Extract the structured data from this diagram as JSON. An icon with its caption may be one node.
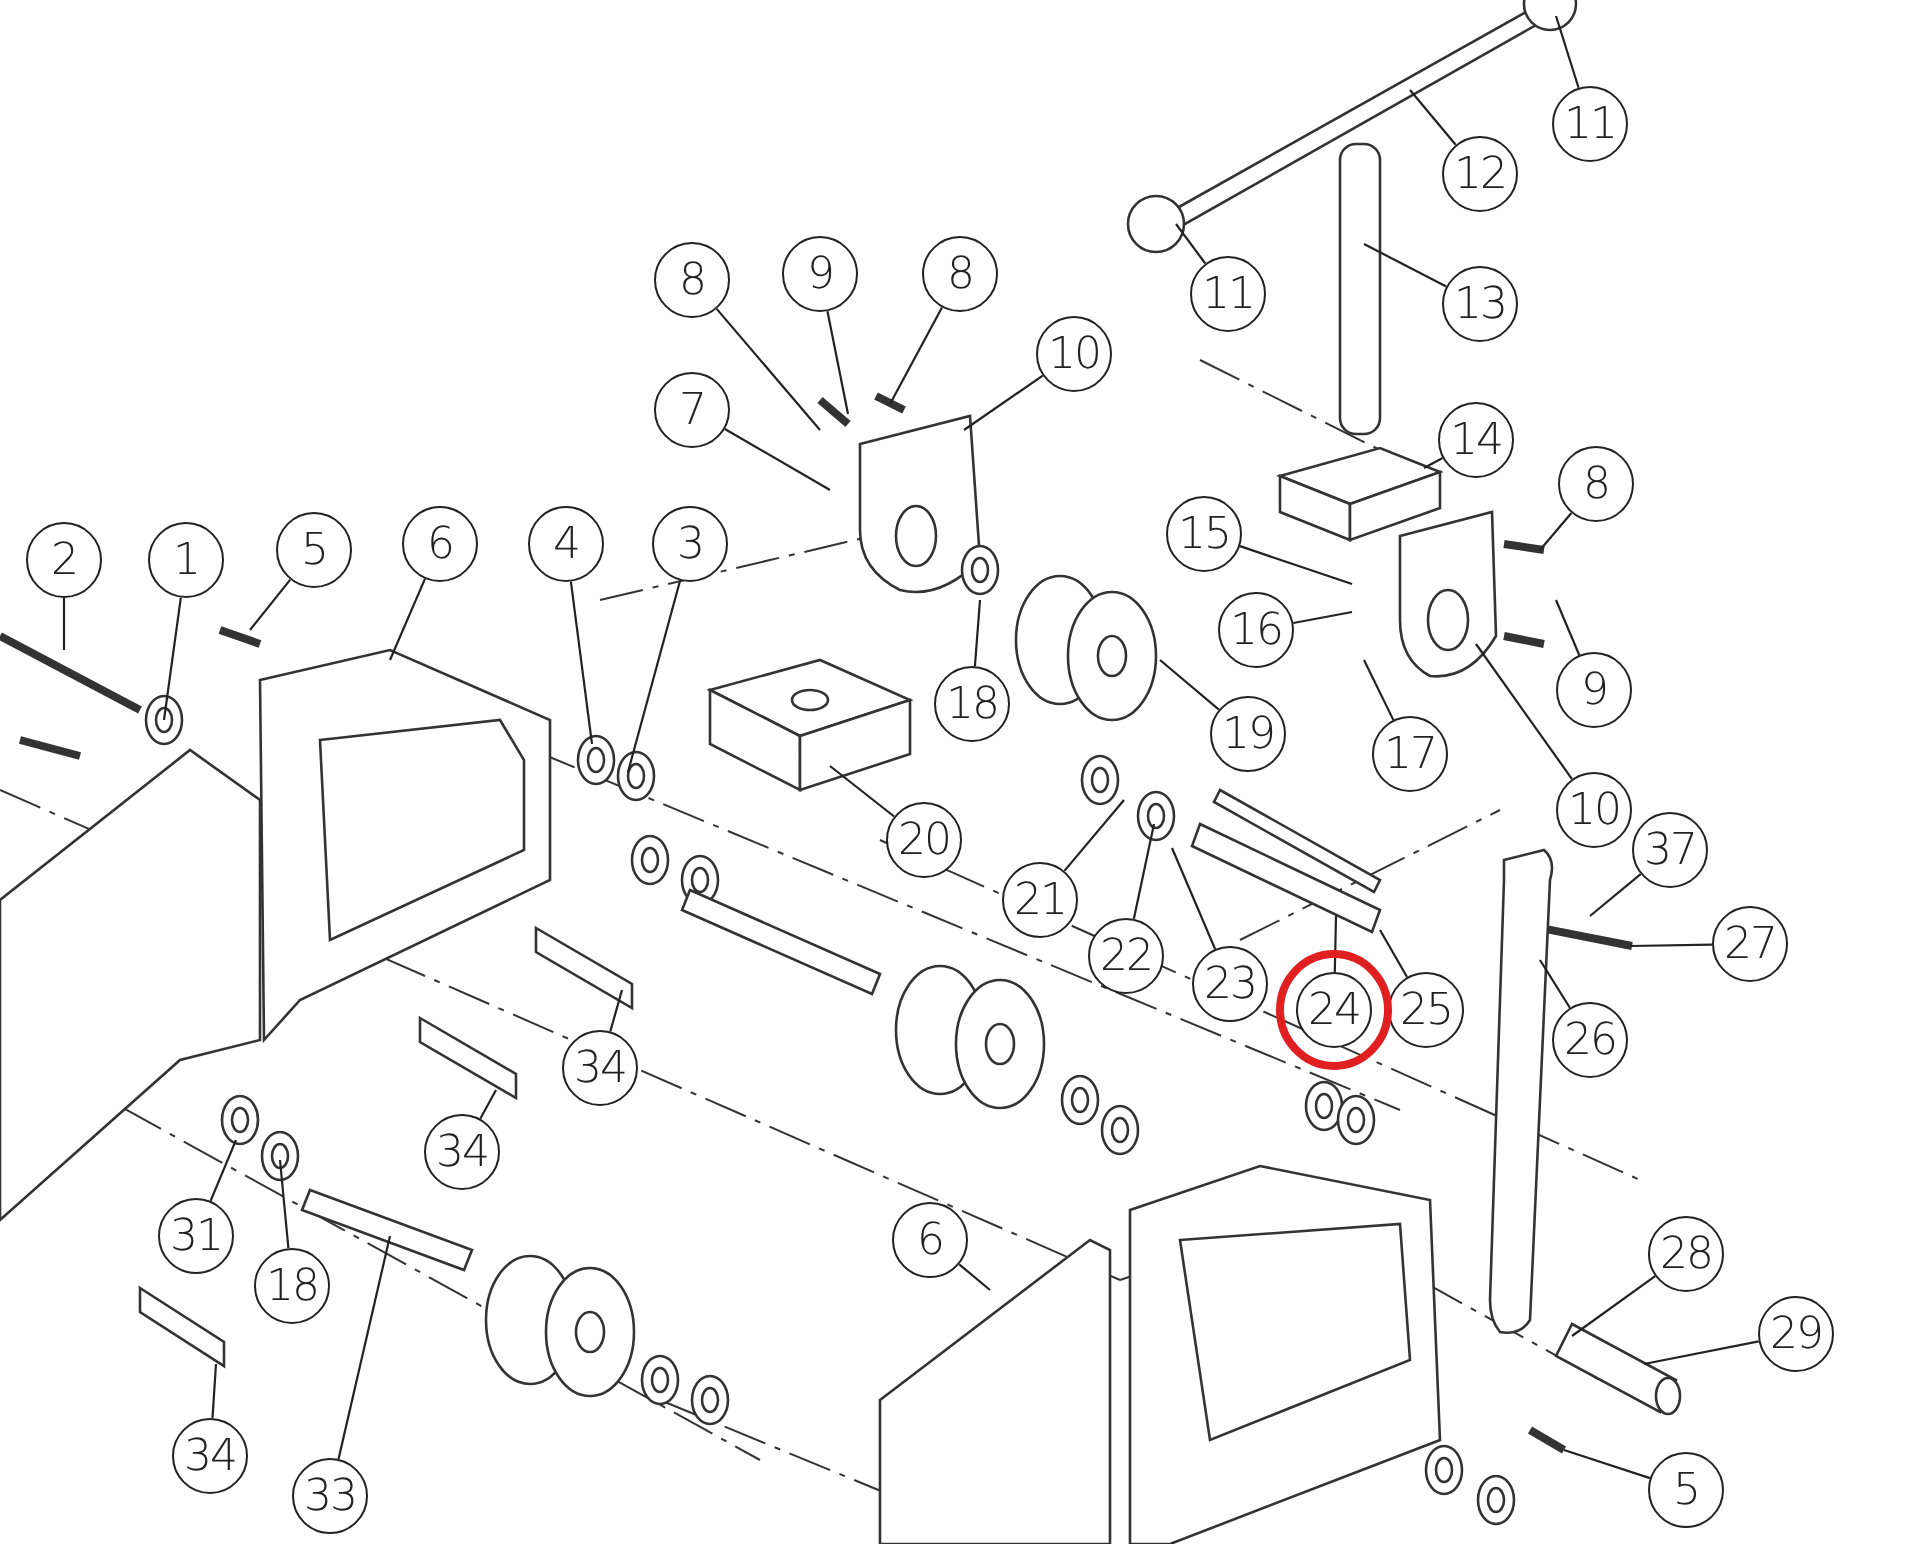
{
  "diagram": {
    "nodes": [
      {
        "text": [
          "11"
        ]
      },
      {
        "text": [
          "12"
        ]
      },
      {
        "text": [
          "11"
        ]
      },
      {
        "text": [
          "13"
        ]
      },
      {
        "text": [
          "8"
        ]
      },
      {
        "text": [
          "9"
        ]
      },
      {
        "text": [
          "8"
        ]
      },
      {
        "text": [
          "10"
        ]
      },
      {
        "text": [
          "7"
        ]
      },
      {
        "text": [
          "14"
        ]
      },
      {
        "text": [
          "8"
        ]
      },
      {
        "text": [
          "2"
        ]
      },
      {
        "text": [
          "1"
        ]
      },
      {
        "text": [
          "5"
        ]
      },
      {
        "text": [
          "6"
        ]
      },
      {
        "text": [
          "4"
        ]
      },
      {
        "text": [
          "3"
        ]
      },
      {
        "text": [
          "15"
        ]
      },
      {
        "text": [
          "16"
        ]
      },
      {
        "text": [
          "9"
        ]
      },
      {
        "text": [
          "17"
        ]
      },
      {
        "text": [
          "18"
        ]
      },
      {
        "text": [
          "19"
        ]
      },
      {
        "text": [
          "10"
        ]
      },
      {
        "text": [
          "20"
        ]
      },
      {
        "text": [
          "21"
        ]
      },
      {
        "text": [
          "22"
        ]
      },
      {
        "text": [
          "23"
        ]
      },
      {
        "text": [
          "24"
        ]
      },
      {
        "text": [
          "25"
        ]
      },
      {
        "text": [
          "37"
        ]
      },
      {
        "text": [
          "27"
        ]
      },
      {
        "text": [
          "26"
        ]
      },
      {
        "text": [
          "34"
        ]
      },
      {
        "text": [
          "34"
        ]
      },
      {
        "text": [
          "31"
        ]
      },
      {
        "text": [
          "18"
        ]
      },
      {
        "text": [
          "33"
        ]
      },
      {
        "text": [
          "6"
        ]
      },
      {
        "text": [
          "28"
        ]
      },
      {
        "text": [
          "29"
        ]
      },
      {
        "text": [
          "34"
        ]
      },
      {
        "text": [
          "5"
        ]
      }
    ],
    "edges": [
      {
        "from": 0,
        "to": null,
        "arrow": "none"
      },
      {
        "from": 1,
        "to": null,
        "arrow": "none"
      },
      {
        "from": 2,
        "to": null,
        "arrow": "none"
      },
      {
        "from": 3,
        "to": null,
        "arrow": "none"
      },
      {
        "from": 4,
        "to": null,
        "arrow": "none"
      },
      {
        "from": 5,
        "to": null,
        "arrow": "none"
      },
      {
        "from": 6,
        "to": null,
        "arrow": "none"
      },
      {
        "from": 7,
        "to": null,
        "arrow": "none"
      },
      {
        "from": 8,
        "to": null,
        "arrow": "none"
      },
      {
        "from": 9,
        "to": null,
        "arrow": "none"
      },
      {
        "from": 10,
        "to": null,
        "arrow": "none"
      },
      {
        "from": 11,
        "to": null,
        "arrow": "none"
      },
      {
        "from": 12,
        "to": null,
        "arrow": "none"
      },
      {
        "from": 13,
        "to": null,
        "arrow": "none"
      },
      {
        "from": 14,
        "to": null,
        "arrow": "none"
      },
      {
        "from": 15,
        "to": null,
        "arrow": "none"
      },
      {
        "from": 16,
        "to": null,
        "arrow": "none"
      },
      {
        "from": 17,
        "to": null,
        "arrow": "none"
      },
      {
        "from": 18,
        "to": null,
        "arrow": "none"
      },
      {
        "from": 19,
        "to": null,
        "arrow": "none"
      },
      {
        "from": 20,
        "to": null,
        "arrow": "none"
      },
      {
        "from": 21,
        "to": null,
        "arrow": "none"
      },
      {
        "from": 22,
        "to": null,
        "arrow": "none"
      },
      {
        "from": 23,
        "to": null,
        "arrow": "none"
      },
      {
        "from": 24,
        "to": null,
        "arrow": "none"
      },
      {
        "from": 25,
        "to": null,
        "arrow": "none"
      },
      {
        "from": 26,
        "to": null,
        "arrow": "none"
      },
      {
        "from": 27,
        "to": null,
        "arrow": "none"
      },
      {
        "from": 28,
        "to": null,
        "arrow": "none"
      },
      {
        "from": 29,
        "to": null,
        "arrow": "none"
      },
      {
        "from": 30,
        "to": null,
        "arrow": "none"
      },
      {
        "from": 31,
        "to": null,
        "arrow": "none"
      },
      {
        "from": 32,
        "to": null,
        "arrow": "none"
      },
      {
        "from": 33,
        "to": null,
        "arrow": "none"
      },
      {
        "from": 34,
        "to": null,
        "arrow": "none"
      },
      {
        "from": 35,
        "to": null,
        "arrow": "none"
      },
      {
        "from": 36,
        "to": null,
        "arrow": "none"
      },
      {
        "from": 37,
        "to": null,
        "arrow": "none"
      },
      {
        "from": 38,
        "to": null,
        "arrow": "none"
      },
      {
        "from": 39,
        "to": null,
        "arrow": "none"
      },
      {
        "from": 40,
        "to": null,
        "arrow": "none"
      },
      {
        "from": 41,
        "to": null,
        "arrow": "none"
      },
      {
        "from": 42,
        "to": null,
        "arrow": "none"
      }
    ]
  }
}
